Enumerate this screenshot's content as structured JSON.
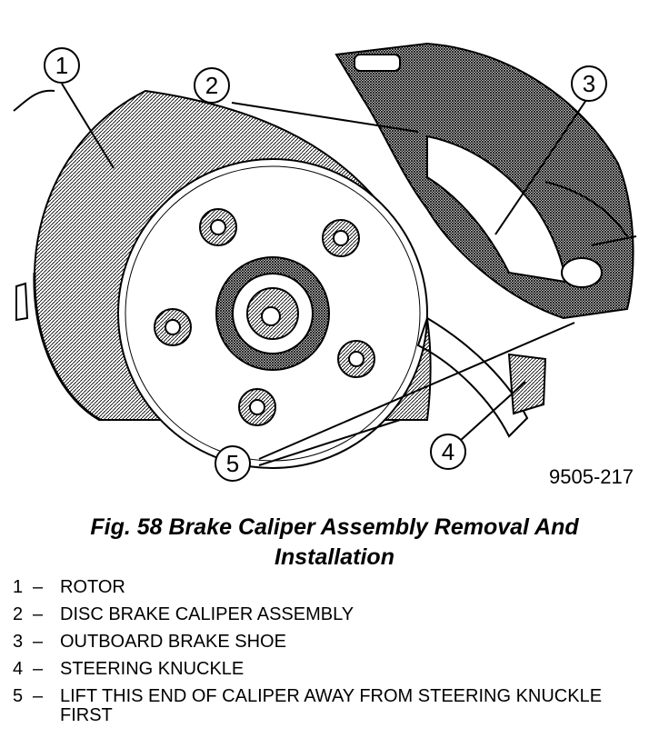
{
  "figure": {
    "code": "9505-217",
    "callouts": [
      "1",
      "2",
      "3",
      "4",
      "5"
    ]
  },
  "caption": {
    "line1": "Fig. 58 Brake Caliper Assembly Removal And",
    "line2": "Installation"
  },
  "legend": [
    {
      "num": "1",
      "dash": "–",
      "text": "ROTOR"
    },
    {
      "num": "2",
      "dash": "–",
      "text": "DISC BRAKE CALIPER ASSEMBLY"
    },
    {
      "num": "3",
      "dash": "–",
      "text": "OUTBOARD BRAKE SHOE"
    },
    {
      "num": "4",
      "dash": "–",
      "text": "STEERING KNUCKLE"
    },
    {
      "num": "5",
      "dash": "–",
      "text": "LIFT THIS END OF CALIPER AWAY FROM STEERING KNUCKLE FIRST"
    }
  ]
}
